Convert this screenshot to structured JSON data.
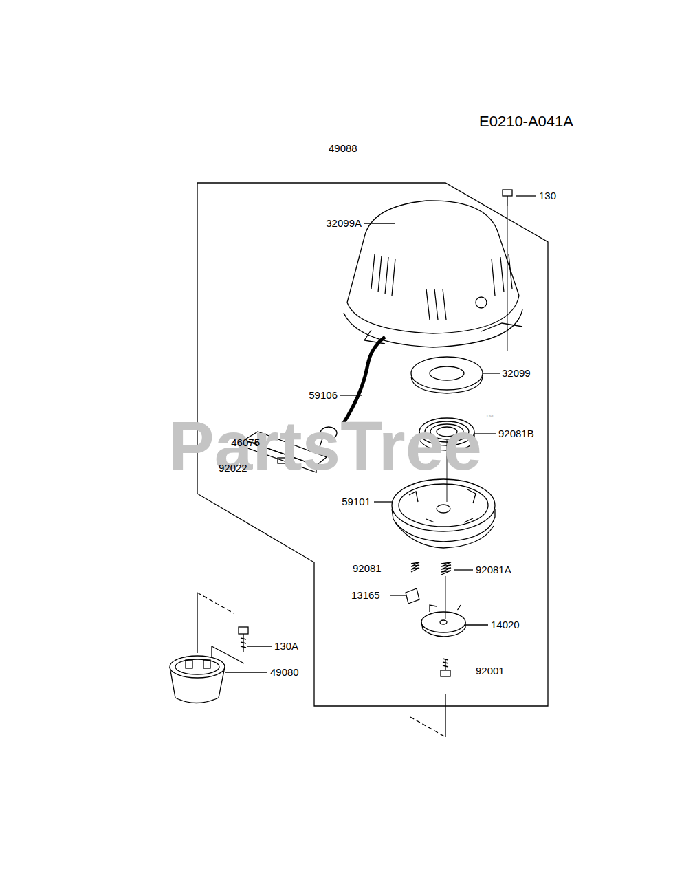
{
  "diagram": {
    "labels": [
      "E0210-A041A",
      "49088",
      "130",
      "32099A",
      "32099",
      "59106",
      "46075",
      "92022",
      "92081B",
      "59101",
      "92081",
      "92081A",
      "13165",
      "14020",
      "130A",
      "49080",
      "92001",
      "PartsTree",
      "™"
    ]
  }
}
